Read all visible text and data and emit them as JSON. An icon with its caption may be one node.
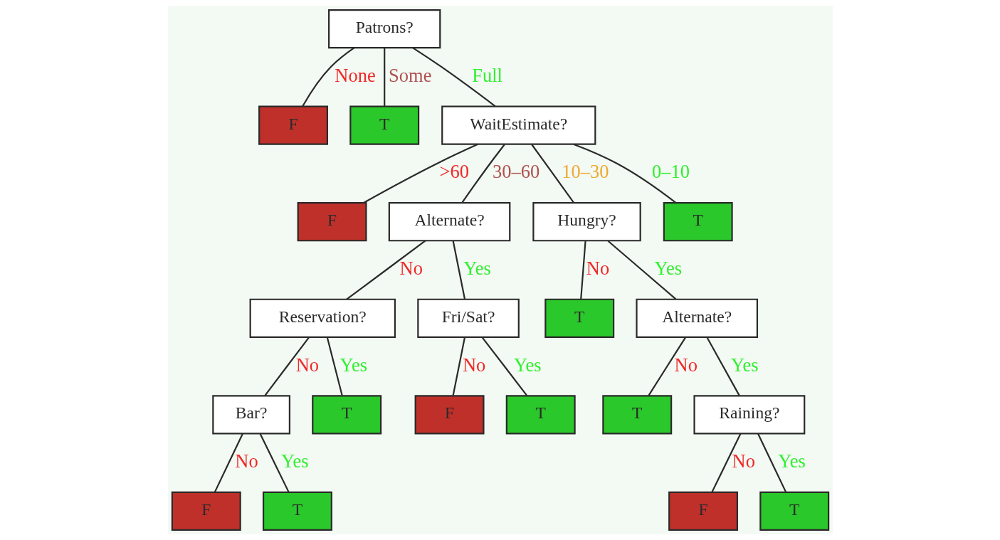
{
  "diagram": {
    "nodes": [
      {
        "text": [
          "Patrons?"
        ]
      },
      {
        "text": [
          "F"
        ]
      },
      {
        "text": [
          "T"
        ]
      },
      {
        "text": [
          "WaitEstimate?"
        ]
      },
      {
        "text": [
          "F"
        ]
      },
      {
        "text": [
          "Alternate?"
        ]
      },
      {
        "text": [
          "Hungry?"
        ]
      },
      {
        "text": [
          "T"
        ]
      },
      {
        "text": [
          "Reservation?"
        ]
      },
      {
        "text": [
          "Fri/Sat?"
        ]
      },
      {
        "text": [
          "T"
        ]
      },
      {
        "text": [
          "Alternate?"
        ]
      },
      {
        "text": [
          "Bar?"
        ]
      },
      {
        "text": [
          "T"
        ]
      },
      {
        "text": [
          "F"
        ]
      },
      {
        "text": [
          "T"
        ]
      },
      {
        "text": [
          "T"
        ]
      },
      {
        "text": [
          "Raining?"
        ]
      },
      {
        "text": [
          "F"
        ]
      },
      {
        "text": [
          "T"
        ]
      },
      {
        "text": [
          "F"
        ]
      },
      {
        "text": [
          "T"
        ]
      }
    ],
    "edges": [
      {
        "from": 0,
        "to": 1,
        "arrow": "none",
        "label": "None"
      },
      {
        "from": 0,
        "to": 2,
        "arrow": "none",
        "label": "Some"
      },
      {
        "from": 0,
        "to": 3,
        "arrow": "none",
        "label": "Full"
      },
      {
        "from": 3,
        "to": 4,
        "arrow": "none",
        "label": ">60"
      },
      {
        "from": 3,
        "to": 5,
        "arrow": "none",
        "label": "30–60"
      },
      {
        "from": 3,
        "to": 6,
        "arrow": "none",
        "label": "10–30"
      },
      {
        "from": 3,
        "to": 7,
        "arrow": "none",
        "label": "0–10"
      },
      {
        "from": 5,
        "to": 8,
        "arrow": "none",
        "label": "No"
      },
      {
        "from": 5,
        "to": 9,
        "arrow": "none",
        "label": "Yes"
      },
      {
        "from": 6,
        "to": 10,
        "arrow": "none",
        "label": "No"
      },
      {
        "from": 6,
        "to": 11,
        "arrow": "none",
        "label": "Yes"
      },
      {
        "from": 8,
        "to": 12,
        "arrow": "none",
        "label": "No"
      },
      {
        "from": 8,
        "to": 13,
        "arrow": "none",
        "label": "Yes"
      },
      {
        "from": 9,
        "to": 14,
        "arrow": "none",
        "label": "No"
      },
      {
        "from": 9,
        "to": 15,
        "arrow": "none",
        "label": "Yes"
      },
      {
        "from": 11,
        "to": 16,
        "arrow": "none",
        "label": "No"
      },
      {
        "from": 11,
        "to": 17,
        "arrow": "none",
        "label": "Yes"
      },
      {
        "from": 12,
        "to": 18,
        "arrow": "none",
        "label": "No"
      },
      {
        "from": 12,
        "to": 19,
        "arrow": "none",
        "label": "Yes"
      },
      {
        "from": 17,
        "to": 20,
        "arrow": "none",
        "label": "No"
      },
      {
        "from": 17,
        "to": 21,
        "arrow": "none",
        "label": "Yes"
      }
    ]
  }
}
